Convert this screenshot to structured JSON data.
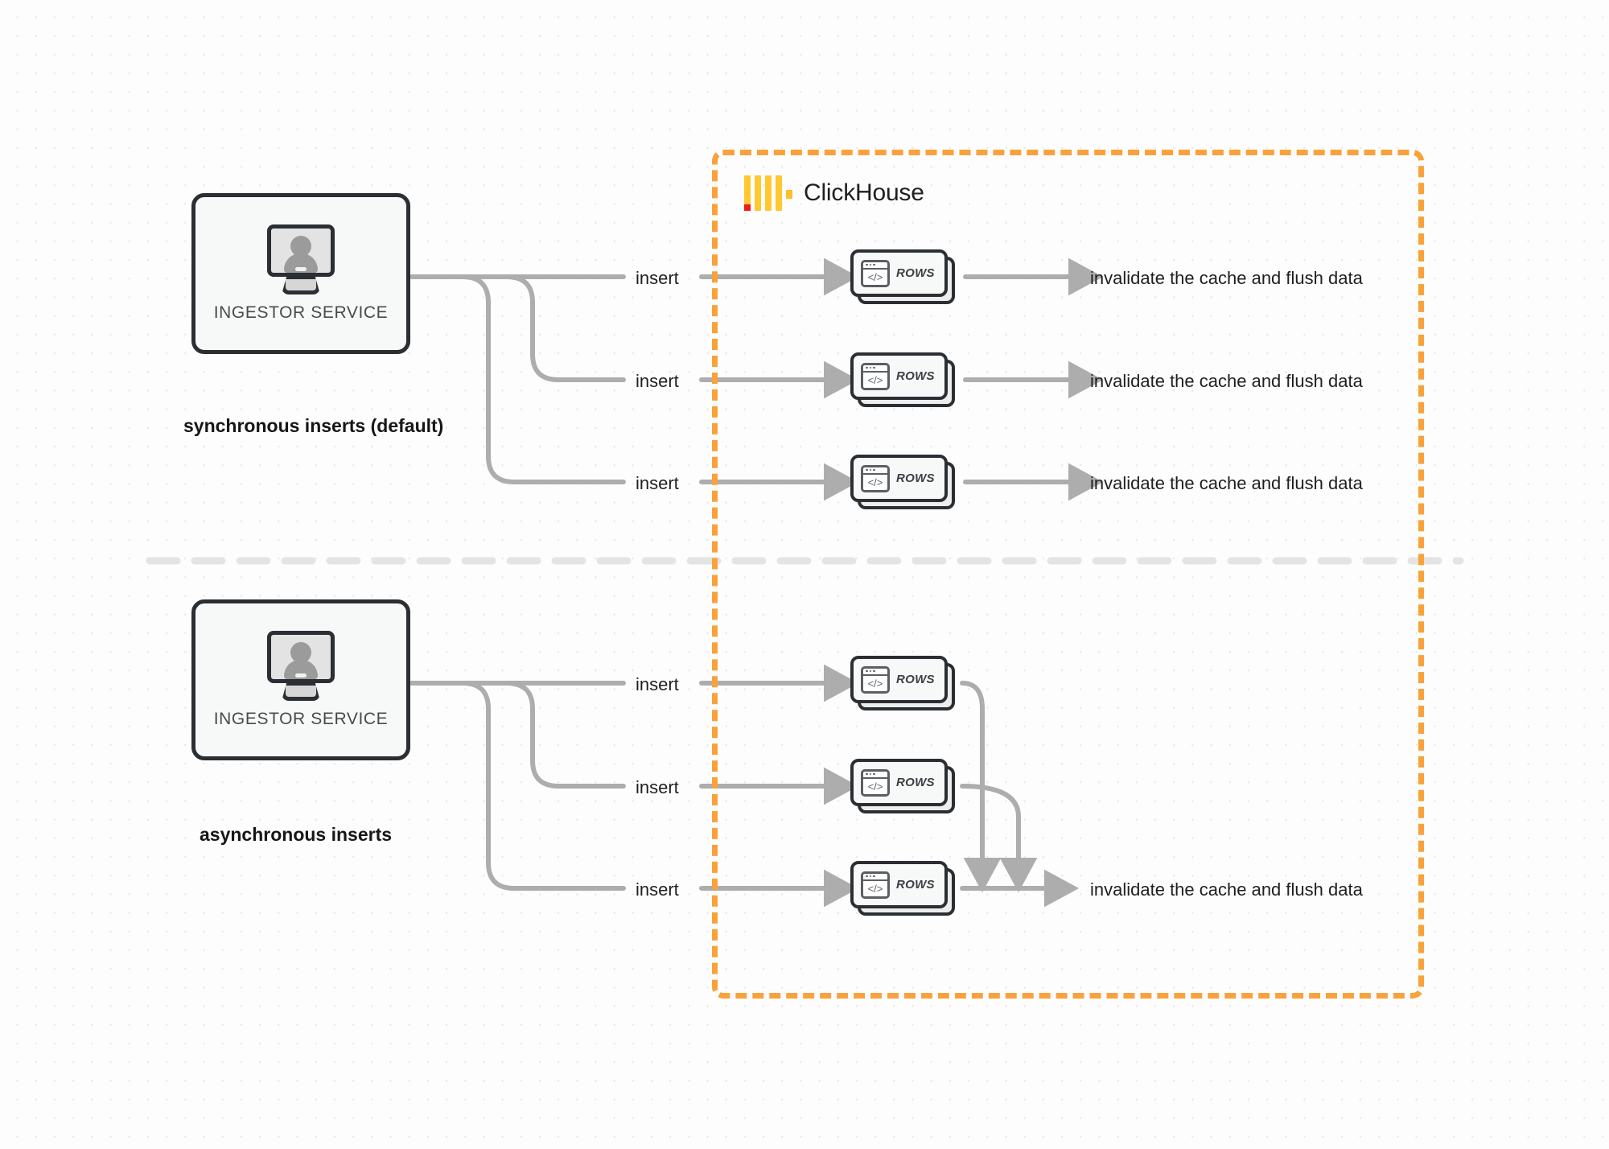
{
  "diagram": {
    "title": "ClickHouse synchronous vs asynchronous inserts",
    "background_color": "#fdfdfd",
    "grid": "dot-grid"
  },
  "boundary": {
    "name": "ClickHouse",
    "label": "ClickHouse",
    "border_color": "#f9a23c",
    "border_style": "dashed"
  },
  "logo": {
    "name": "clickhouse-logo",
    "bar_color": "#ffc832",
    "accent_color": "#f11a1a"
  },
  "sections": [
    {
      "id": "sync",
      "caption": "synchronous inserts (default)",
      "source": {
        "label": "INGESTOR SERVICE",
        "icon": "monitor-user-icon"
      },
      "flows": [
        {
          "insert_label": "insert",
          "node_label": "ROWS",
          "result_label": "invalidate the cache and flush data"
        },
        {
          "insert_label": "insert",
          "node_label": "ROWS",
          "result_label": "invalidate the cache and flush data"
        },
        {
          "insert_label": "insert",
          "node_label": "ROWS",
          "result_label": "invalidate the cache and flush data"
        }
      ]
    },
    {
      "id": "async",
      "caption": "asynchronous inserts",
      "source": {
        "label": "INGESTOR SERVICE",
        "icon": "monitor-user-icon"
      },
      "flows": [
        {
          "insert_label": "insert",
          "node_label": "ROWS"
        },
        {
          "insert_label": "insert",
          "node_label": "ROWS"
        },
        {
          "insert_label": "insert",
          "node_label": "ROWS"
        }
      ],
      "merged_result_label": "invalidate the cache and flush data"
    }
  ],
  "colors": {
    "connector": "#adadad",
    "node_border": "#2b2f33",
    "node_fill": "#f7f8f8",
    "divider": "#e4e4e4",
    "text": "#1f1f1f"
  }
}
